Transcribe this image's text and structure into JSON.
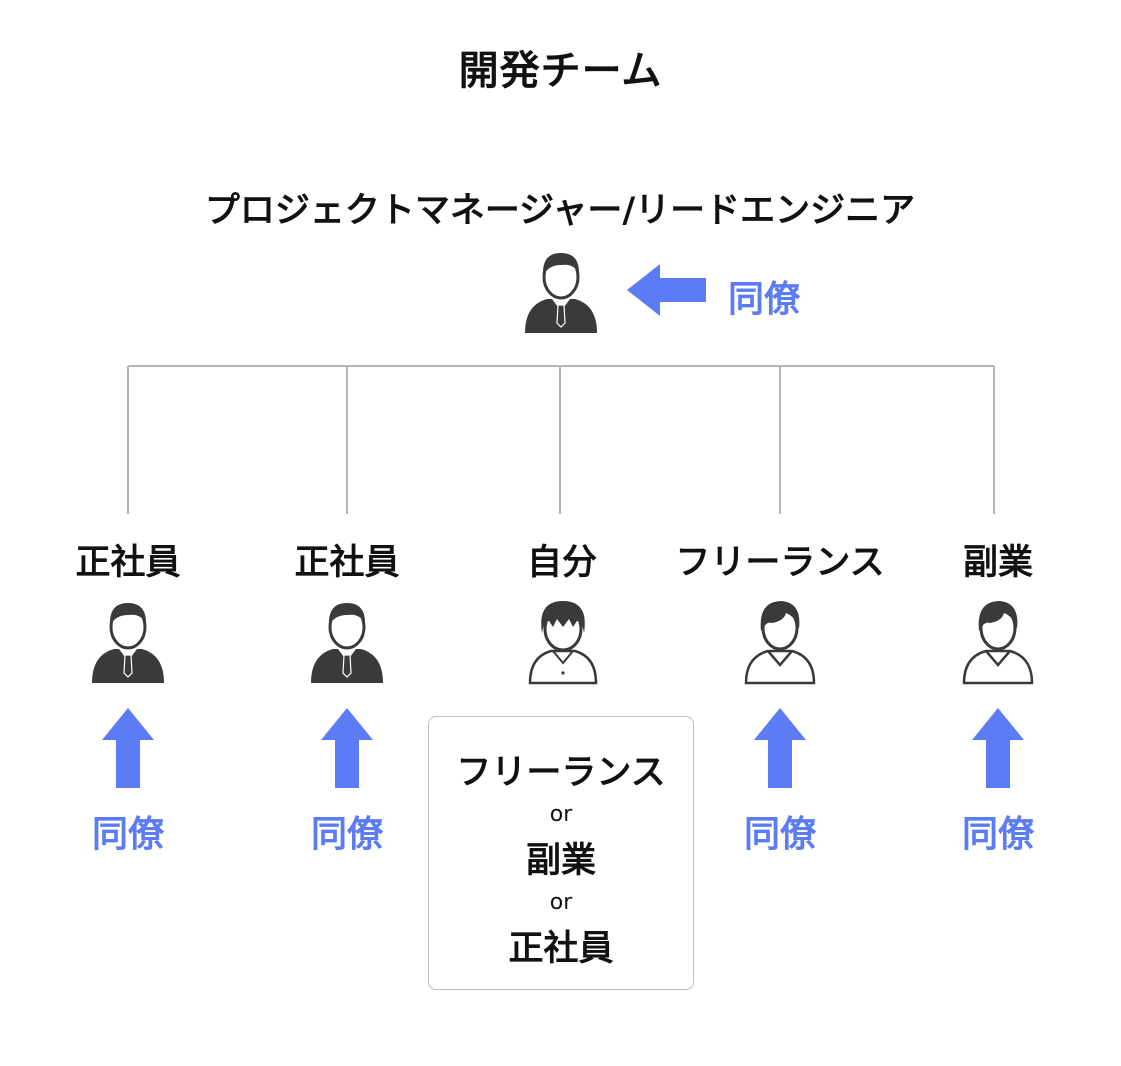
{
  "title": "開発チーム",
  "manager": {
    "label": "プロジェクトマネージャー/リードエンジニア",
    "colleague_label": "同僚"
  },
  "members": [
    {
      "label": "正社員",
      "colleague_label": "同僚",
      "avatar": "businessman-tie-avatar-icon"
    },
    {
      "label": "正社員",
      "colleague_label": "同僚",
      "avatar": "businessman-tie-avatar-icon"
    },
    {
      "label": "自分",
      "avatar": "casual-shirt-avatar-icon"
    },
    {
      "label": "フリーランス",
      "colleague_label": "同僚",
      "avatar": "casual-vneck-avatar-icon"
    },
    {
      "label": "副業",
      "colleague_label": "同僚",
      "avatar": "casual-vneck-avatar-icon"
    }
  ],
  "self_options": {
    "option1": "フリーランス",
    "separator1": "or",
    "option2": "副業",
    "separator2": "or",
    "option3": "正社員"
  },
  "colors": {
    "accent": "#5b7cf5",
    "line": "#b5b5b5",
    "dark_avatar": "#3a3a3a"
  }
}
